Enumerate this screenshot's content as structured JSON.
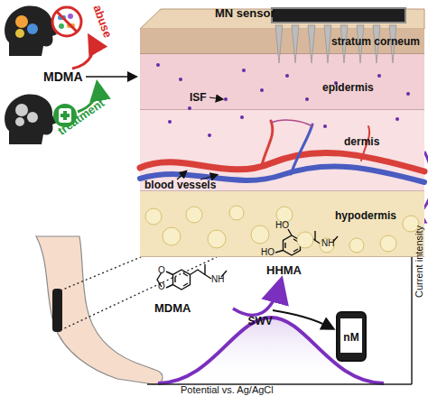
{
  "diagram": {
    "nodes": [
      {
        "text": [
          "MN sensor"
        ]
      },
      {
        "text": [
          "stratum corneum"
        ]
      },
      {
        "text": [
          "epidermis"
        ]
      },
      {
        "text": [
          "dermis"
        ]
      },
      {
        "text": [
          "hypodermis"
        ]
      },
      {
        "text": [
          "MDMA"
        ]
      },
      {
        "text": [
          "HHMA"
        ]
      },
      {
        "text": [
          "nM"
        ]
      }
    ],
    "edges": [
      {
        "from": 5,
        "to": 6,
        "label": "SWV",
        "arrow": "to"
      }
    ],
    "labels": [
      "abuse",
      "MDMA",
      "treatment",
      "ISF",
      "blood vessels",
      "O",
      "O",
      "NH",
      "HO",
      "HO",
      "NH",
      "Current intensity",
      "Potential vs. Ag/AgCl"
    ]
  }
}
